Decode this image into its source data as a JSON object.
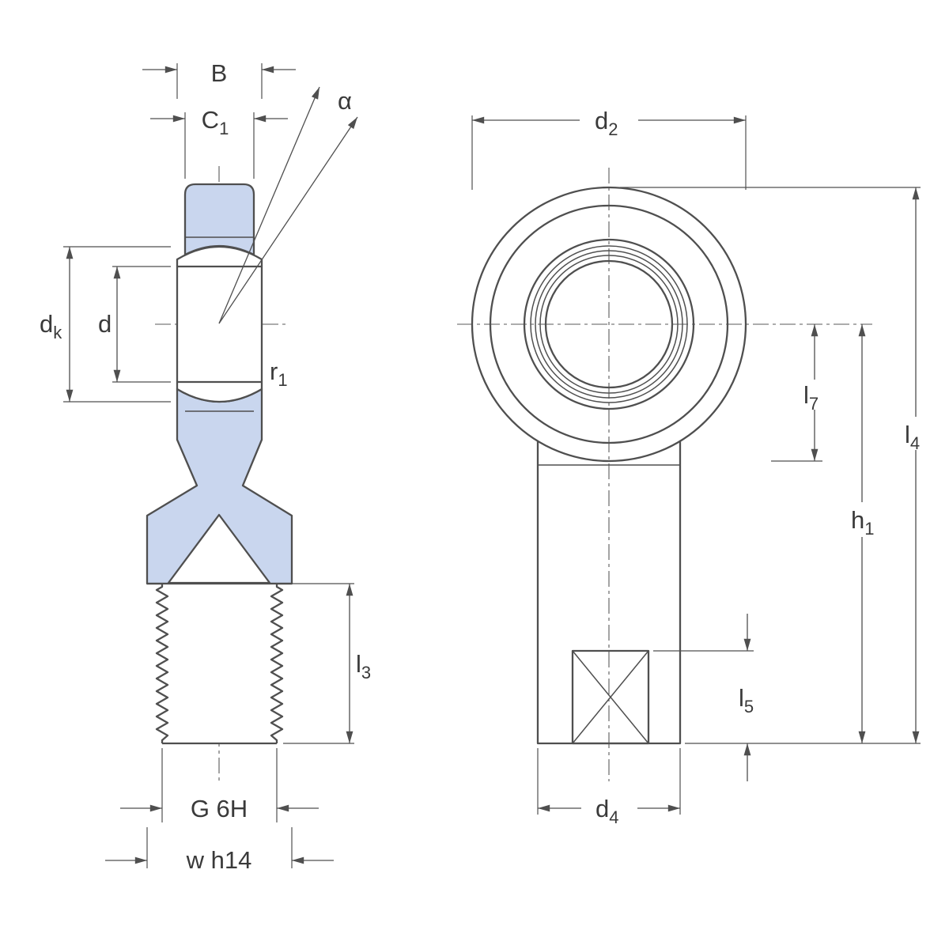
{
  "diagram": {
    "colors": {
      "body_fill": "#c9d6ee",
      "line": "#4f4f4f",
      "background": "#ffffff"
    },
    "labels": {
      "B": "B",
      "C1": {
        "main": "C",
        "sub": "1"
      },
      "alpha": "α",
      "dk": {
        "main": "d",
        "sub": "k"
      },
      "d": "d",
      "r1": {
        "main": "r",
        "sub": "1"
      },
      "l3": {
        "main": "l",
        "sub": "3"
      },
      "G6H": "G 6H",
      "wh14": "w h14",
      "d2": {
        "main": "d",
        "sub": "2"
      },
      "l7": {
        "main": "l",
        "sub": "7"
      },
      "l4": {
        "main": "l",
        "sub": "4"
      },
      "h1": {
        "main": "h",
        "sub": "1"
      },
      "l5": {
        "main": "l",
        "sub": "5"
      },
      "d4": {
        "main": "d",
        "sub": "4"
      }
    }
  }
}
